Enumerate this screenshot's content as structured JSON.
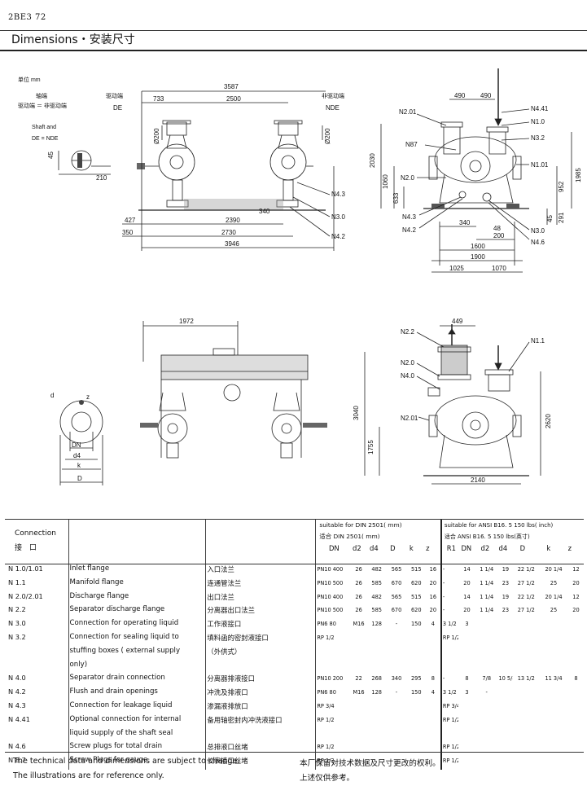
{
  "header": {
    "code": "2BE3 72",
    "title": "Dimensions・安装尺寸"
  },
  "side_view": {
    "unit": "单位 mm",
    "shaft_end": "轴端",
    "drive_end_label": "驱动端 ＝ 非驱动端",
    "de_zh": "驱动端",
    "de": "DE",
    "nde_zh": "非驱动端",
    "nde": "NDE",
    "shaft_and": "Shaft and",
    "de_eq_nde": "DE = NDE",
    "dims": [
      "3587",
      "733",
      "2500",
      "Ø200",
      "Ø200",
      "45",
      "210",
      "427",
      "2390",
      "340",
      "350",
      "2730",
      "3946"
    ],
    "nozzles": [
      "N4.3",
      "N3.0",
      "N4.2"
    ]
  },
  "end_view": {
    "dims": [
      "490",
      "490",
      "2030",
      "1060",
      "633",
      "1985",
      "952",
      "45",
      "291",
      "340",
      "48",
      "200",
      "1600",
      "1900",
      "1025",
      "1070"
    ],
    "nozzles": [
      "N2.01",
      "N4.41",
      "N1.0",
      "N87",
      "N3.2",
      "N1.01",
      "N2.0",
      "N4.3",
      "N4.2",
      "N3.0",
      "N4.6"
    ]
  },
  "side_view2": {
    "dims": [
      "1972",
      "d",
      "z",
      "k",
      "DN",
      "d4",
      "D"
    ]
  },
  "end_view2": {
    "dims": [
      "449",
      "3040",
      "1755",
      "2620",
      "2140"
    ],
    "nozzles": [
      "N2.2",
      "N1.1",
      "N2.0",
      "N4.0",
      "N2.01"
    ]
  },
  "table": {
    "col_connection": "Connection",
    "col_connection_zh": "接　口",
    "din_title": "suitable for DIN 2501( mm)",
    "din_title_zh": "适合 DIN 2501( mm)",
    "ansi_title": "suitable for ANSI B16. 5 150 lbs( inch)",
    "ansi_title_zh": "适合 ANSI B16. 5 150 lbs(英寸)",
    "din_cols": [
      "DN",
      "d2",
      "d4",
      "D",
      "k",
      "z"
    ],
    "ansi_cols": [
      "R1",
      "DN",
      "d2",
      "d4",
      "D",
      "k",
      "z"
    ],
    "rows": [
      {
        "code": "N 1.0/1.01",
        "en": "Inlet flange",
        "zh": "入口法兰",
        "din": [
          "PN10 400",
          "26",
          "482",
          "565",
          "515",
          "16"
        ],
        "ansi": [
          "-",
          "14",
          "1 1/4",
          "19",
          "22 1/2",
          "20 1/4",
          "12"
        ]
      },
      {
        "code": "N 1.1",
        "en": "Manifold flange",
        "zh": "连通管法兰",
        "din": [
          "PN10 500",
          "26",
          "585",
          "670",
          "620",
          "20"
        ],
        "ansi": [
          "-",
          "20",
          "1 1/4",
          "23",
          "27 1/2",
          "25",
          "20"
        ]
      },
      {
        "code": "N 2.0/2.01",
        "en": "Discharge flange",
        "zh": "出口法兰",
        "din": [
          "PN10 400",
          "26",
          "482",
          "565",
          "515",
          "16"
        ],
        "ansi": [
          "-",
          "14",
          "1 1/4",
          "19",
          "22 1/2",
          "20 1/4",
          "12"
        ]
      },
      {
        "code": "N 2.2",
        "en": "Separator discharge flange",
        "zh": "分离器出口法兰",
        "din": [
          "PN10 500",
          "26",
          "585",
          "670",
          "620",
          "20"
        ],
        "ansi": [
          "-",
          "20",
          "1 1/4",
          "23",
          "27 1/2",
          "25",
          "20"
        ]
      },
      {
        "code": "N 3.0",
        "en": "Connection for operating liquid",
        "zh": "工作液接口",
        "din": [
          "PN6 80",
          "M16",
          "128",
          "-",
          "150",
          "4"
        ],
        "ansi": [
          "3 1/2",
          "3",
          "",
          "",
          "",
          "",
          ""
        ]
      },
      {
        "code": "N 3.2",
        "en": "Connection for sealing liquid to",
        "zh": "填料函的密封液接口",
        "din": [
          "RP 1/2",
          "",
          "",
          "",
          "",
          ""
        ],
        "ansi": [
          "RP 1/2",
          "",
          "",
          "",
          "",
          "",
          ""
        ]
      },
      {
        "code": "",
        "en": "stuffing boxes ( external supply",
        "zh": "（外供式）",
        "din": [
          "",
          "",
          "",
          "",
          "",
          ""
        ],
        "ansi": [
          "",
          "",
          "",
          "",
          "",
          "",
          ""
        ]
      },
      {
        "code": "",
        "en": "only)",
        "zh": "",
        "din": [
          "",
          "",
          "",
          "",
          "",
          ""
        ],
        "ansi": [
          "",
          "",
          "",
          "",
          "",
          "",
          ""
        ]
      },
      {
        "code": "N 4.0",
        "en": "Separator drain connection",
        "zh": "分离器排液接口",
        "din": [
          "PN10 200",
          "22",
          "268",
          "340",
          "295",
          "8"
        ],
        "ansi": [
          "-",
          "8",
          "7/8",
          "10 5/8",
          "13 1/2",
          "11 3/4",
          "8"
        ]
      },
      {
        "code": "N 4.2",
        "en": "Flush and drain openings",
        "zh": "冲洗及排液口",
        "din": [
          "PN6 80",
          "M16",
          "128",
          "-",
          "150",
          "4"
        ],
        "ansi": [
          "3 1/2",
          "3",
          "-",
          "",
          "",
          "",
          ""
        ]
      },
      {
        "code": "N 4.3",
        "en": "Connection for leakage liquid",
        "zh": "渗漏液排放口",
        "din": [
          "RP 3/4",
          "",
          "",
          "",
          "",
          ""
        ],
        "ansi": [
          "RP 3/4",
          "",
          "",
          "",
          "",
          "",
          ""
        ]
      },
      {
        "code": "N 4.41",
        "en": "Optional connection for internal",
        "zh": "备用轴密封内冲洗液接口",
        "din": [
          "RP 1/2",
          "",
          "",
          "",
          "",
          ""
        ],
        "ansi": [
          "RP 1/2",
          "",
          "",
          "",
          "",
          "",
          ""
        ]
      },
      {
        "code": "",
        "en": "liquid supply of the shaft seal",
        "zh": "",
        "din": [
          "",
          "",
          "",
          "",
          "",
          ""
        ],
        "ansi": [
          "",
          "",
          "",
          "",
          "",
          "",
          ""
        ]
      },
      {
        "code": "N 4.6",
        "en": "Screw plugs for total drain",
        "zh": "总排液口丝堵",
        "din": [
          "RP 1/2",
          "",
          "",
          "",
          "",
          ""
        ],
        "ansi": [
          "RP 1/2",
          "",
          "",
          "",
          "",
          "",
          ""
        ]
      },
      {
        "code": "N 8.7",
        "en": "Screw Plugs for gauge",
        "zh": "仪表接口丝堵",
        "din": [
          "RP 1/2",
          "",
          "",
          "",
          "",
          ""
        ],
        "ansi": [
          "RP 1/2",
          "",
          "",
          "",
          "",
          "",
          ""
        ]
      }
    ]
  },
  "notes": {
    "en1": "The technical data and dimensions are subject to change.",
    "en2": "The illustrations are for reference only.",
    "zh1": "本厂保留对技术数据及尺寸更改的权利。",
    "zh2": "上述仅供参考。"
  }
}
